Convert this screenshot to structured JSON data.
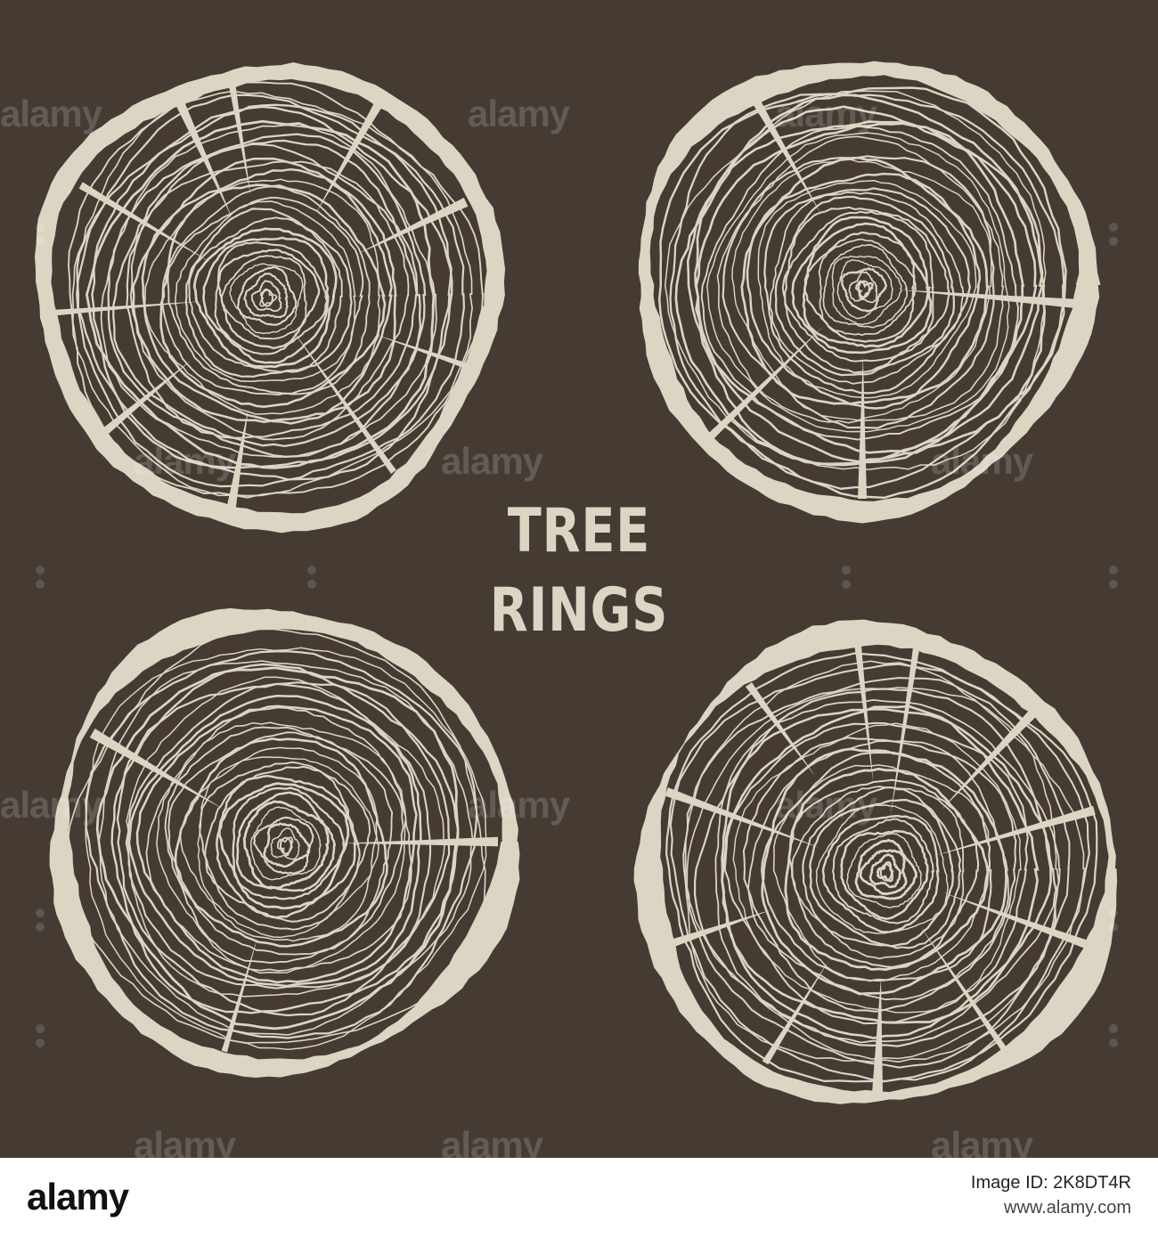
{
  "colors": {
    "background": "#453b33",
    "wood": "#ddd5c4",
    "footer": "#ffffff"
  },
  "artwork": {
    "title_line1": "TREE",
    "title_line2": "RINGS",
    "stump_icons": [
      "tree-stump-icon",
      "tree-stump-icon",
      "tree-stump-icon",
      "tree-stump-icon"
    ]
  },
  "watermark": {
    "text": "alamy"
  },
  "footer": {
    "logo": "alamy",
    "id_line": "Image ID: 2K8DT4R",
    "url": "www.alamy.com"
  }
}
